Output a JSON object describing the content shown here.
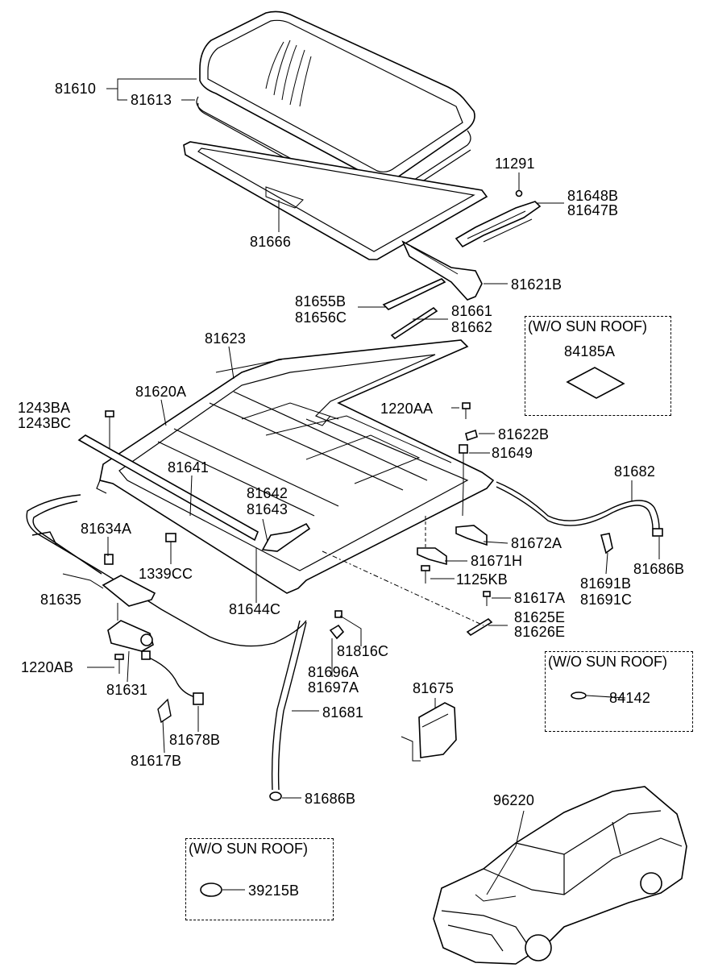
{
  "labels": {
    "l81610": "81610",
    "l81613": "81613",
    "l11291": "11291",
    "l81648B": "81648B",
    "l81647B": "81647B",
    "l81666": "81666",
    "l81621B": "81621B",
    "l81655B": "81655B",
    "l81656C": "81656C",
    "l81661": "81661",
    "l81662": "81662",
    "l84185A": "84185A",
    "l81623": "81623",
    "l81620A": "81620A",
    "l1243BA": "1243BA",
    "l1243BC": "1243BC",
    "l1220AA": "1220AA",
    "l81622B": "81622B",
    "l81649": "81649",
    "l81682": "81682",
    "l81641": "81641",
    "l81642": "81642",
    "l81643": "81643",
    "l81634A": "81634A",
    "l1339CC": "1339CC",
    "l81672A": "81672A",
    "l81671H": "81671H",
    "l81686B_a": "81686B",
    "l1125KB": "1125KB",
    "l81691B": "81691B",
    "l81691C": "81691C",
    "l81635": "81635",
    "l81644C": "81644C",
    "l81617A": "81617A",
    "l81625E": "81625E",
    "l81626E": "81626E",
    "l81816C": "81816C",
    "l1220AB": "1220AB",
    "l81696A": "81696A",
    "l81697A": "81697A",
    "l81631": "81631",
    "l81675": "81675",
    "l84142": "84142",
    "l81681": "81681",
    "l81678B": "81678B",
    "l81617B": "81617B",
    "l81686B_b": "81686B",
    "l96220": "96220",
    "l39215B": "39215B"
  },
  "boxes": {
    "wo_sunroof_1": "(W/O SUN ROOF)",
    "wo_sunroof_2": "(W/O SUN ROOF)",
    "wo_sunroof_3": "(W/O SUN ROOF)"
  }
}
